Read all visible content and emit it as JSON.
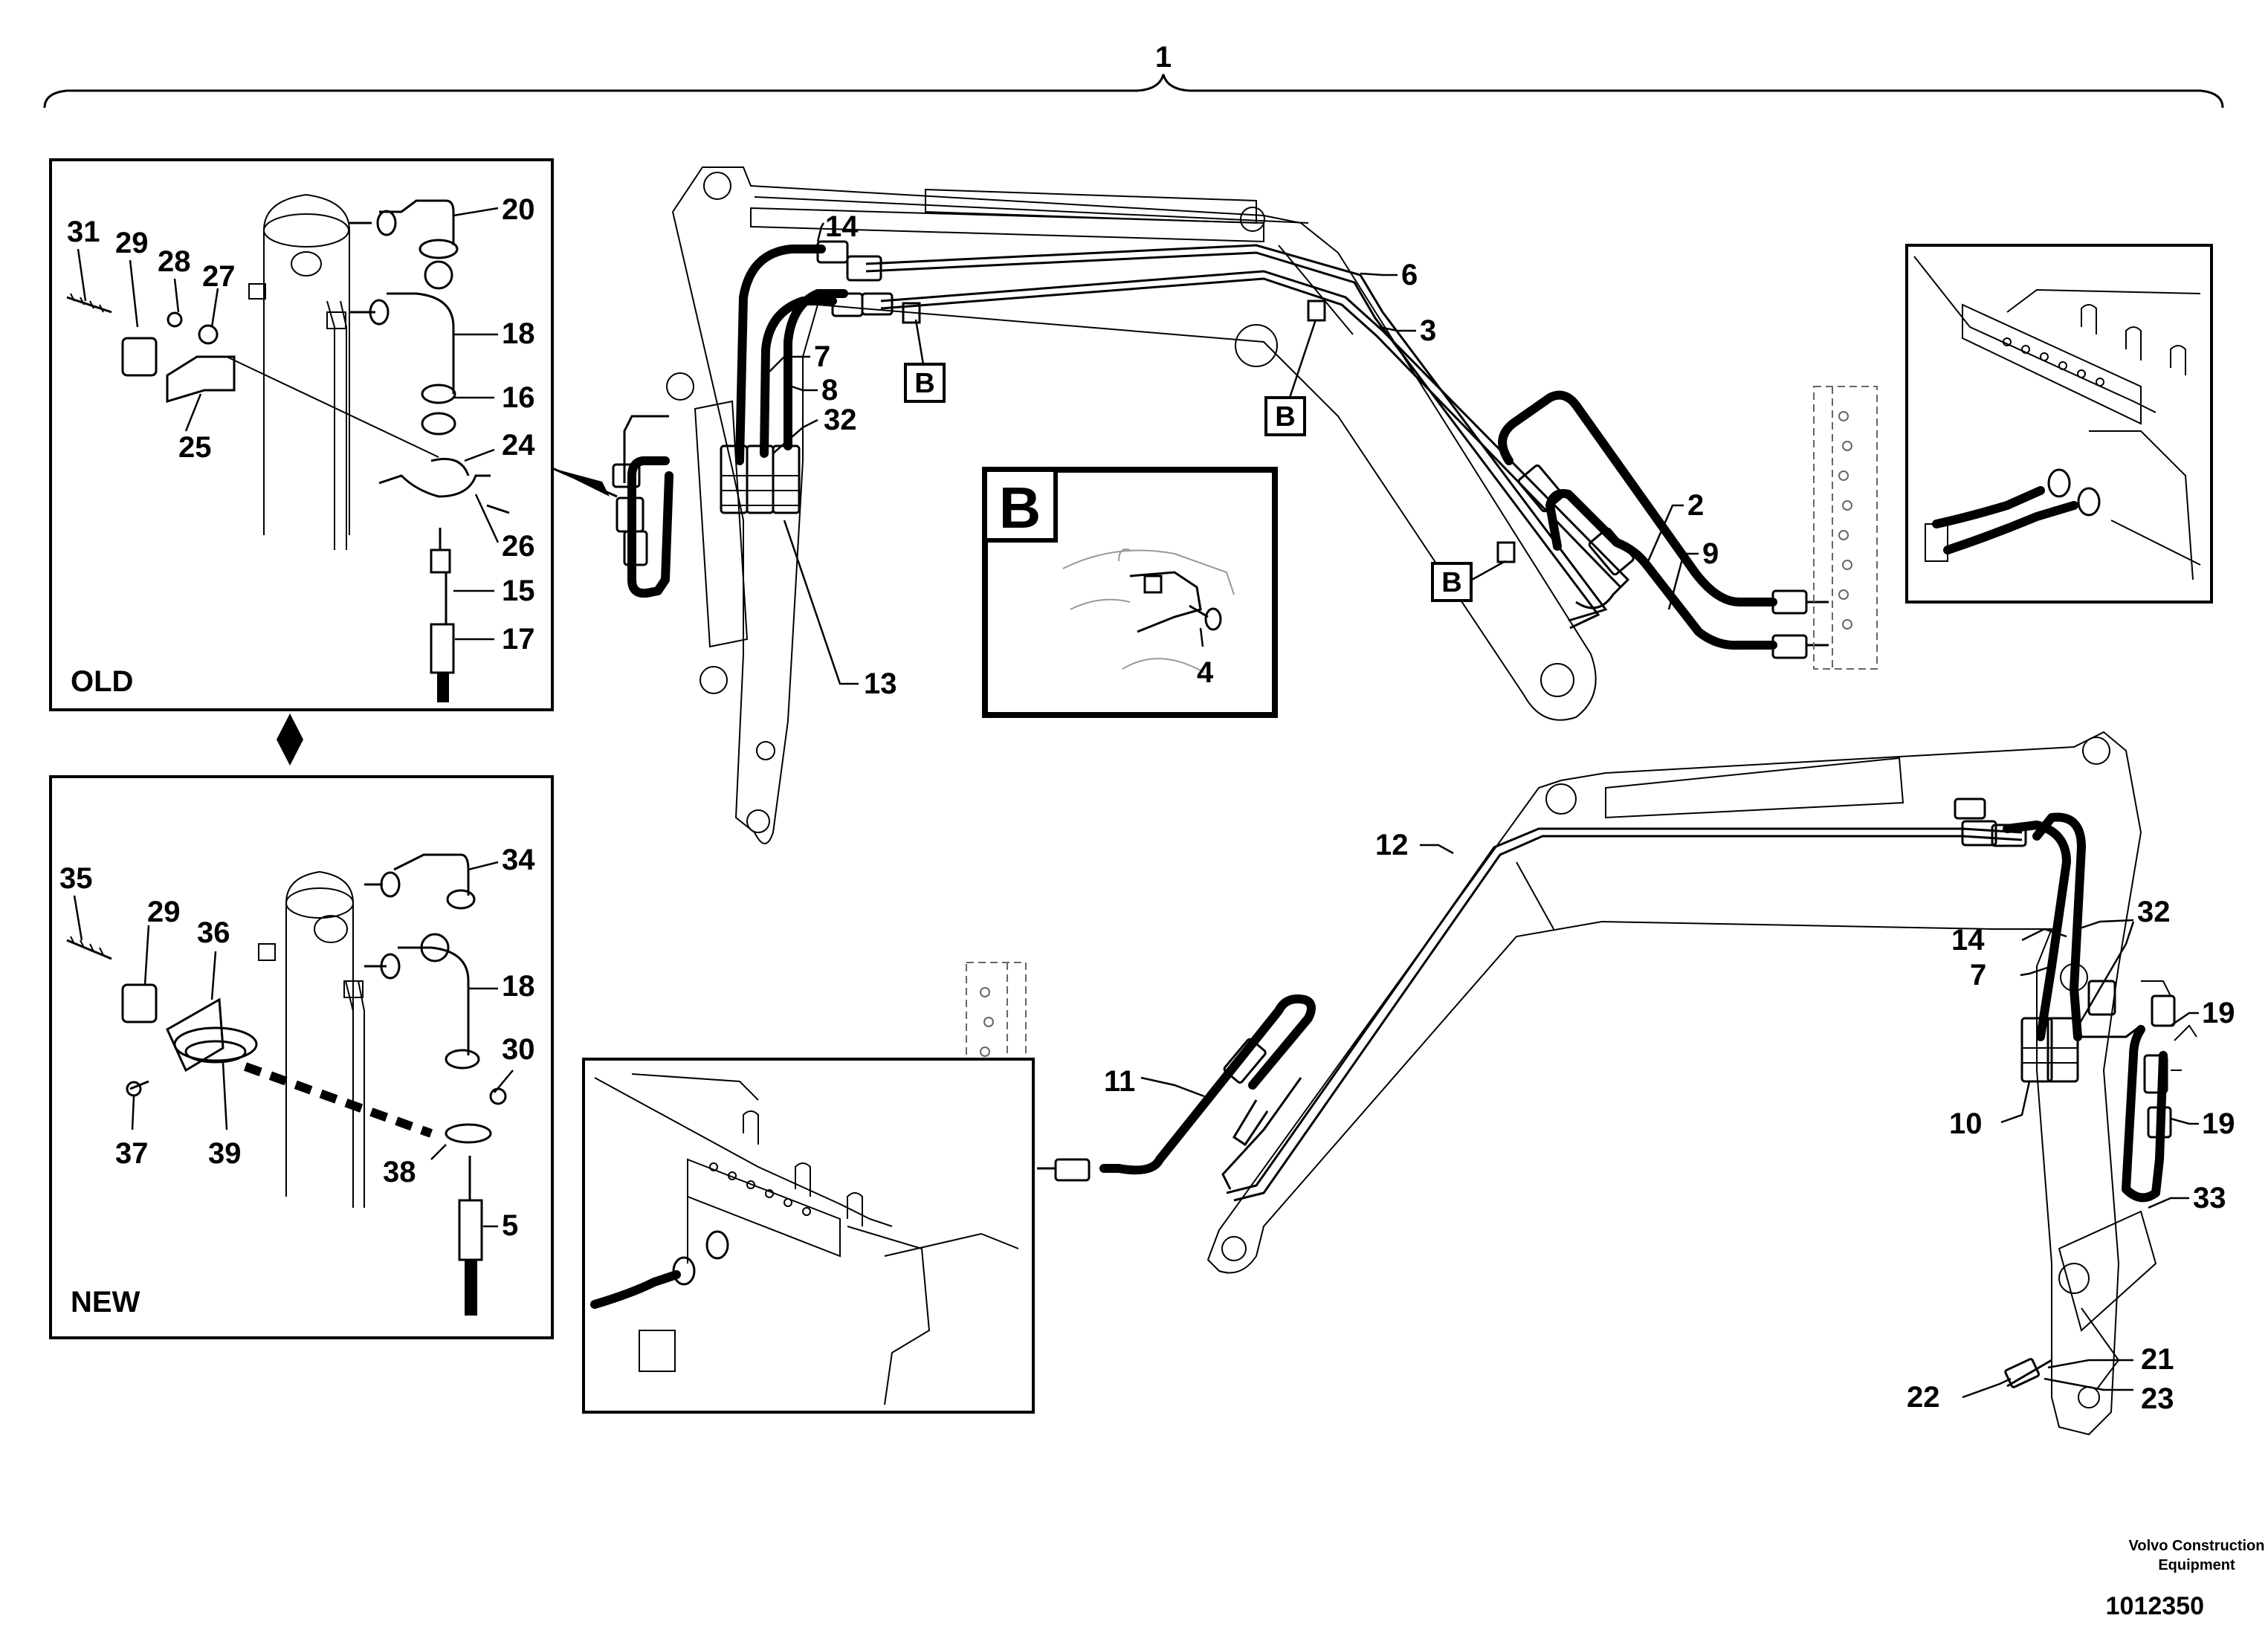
{
  "title_number": "1",
  "panels": {
    "old": {
      "caption": "OLD"
    },
    "new": {
      "caption": "NEW"
    },
    "detail_b": {
      "caption": "B"
    }
  },
  "callouts": {
    "c20": "20",
    "c31": "31",
    "c29a": "29",
    "c28": "28",
    "c27": "27",
    "c18a": "18",
    "c16": "16",
    "c24": "24",
    "c25": "25",
    "c26": "26",
    "c15": "15",
    "c17": "17",
    "c35": "35",
    "c29b": "29",
    "c36": "36",
    "c34": "34",
    "c18b": "18",
    "c30": "30",
    "c37": "37",
    "c39": "39",
    "c38": "38",
    "c5": "5",
    "c14a": "14",
    "c6": "6",
    "c3": "3",
    "c7a": "7",
    "c8": "8",
    "c32a": "32",
    "c13": "13",
    "c2": "2",
    "c9": "9",
    "c4": "4",
    "c12": "12",
    "c32b": "32",
    "c14b": "14",
    "c7b": "7",
    "c19a": "19",
    "c19b": "19",
    "c10": "10",
    "c33": "33",
    "c11": "11",
    "c21": "21",
    "c22": "22",
    "c23": "23"
  },
  "b_markers": {
    "b1": "B",
    "b2": "B",
    "b3": "B"
  },
  "footer": {
    "company_line1": "Volvo Construction",
    "company_line2": "Equipment",
    "doc_number": "1012350"
  },
  "icons": {
    "swap": "double-arrow-up-down-icon",
    "brace": "curly-brace-top"
  }
}
